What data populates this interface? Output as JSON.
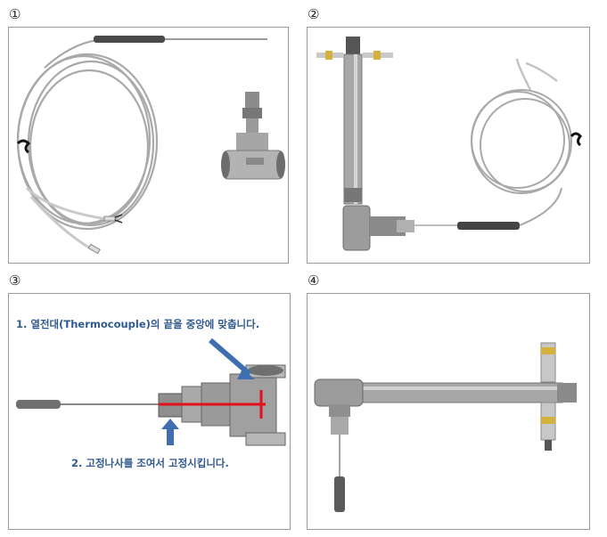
{
  "steps": [
    {
      "number": "①"
    },
    {
      "number": "②"
    },
    {
      "number": "③",
      "annotations": [
        "1. 열전대(Thermocouple)의 끝을 중앙에 맞춥니다.",
        "2. 고정나사를 조여서 고정시킵니다."
      ]
    },
    {
      "number": "④"
    }
  ],
  "colors": {
    "annotation_text": "#2f5a8f",
    "arrow": "#3f6fb0",
    "centerline": "#e3101a",
    "panel_border": "#9a9a9a"
  },
  "icons": [
    "thermocouple-probe",
    "pipe-tee-fitting",
    "arrow-indicator"
  ]
}
